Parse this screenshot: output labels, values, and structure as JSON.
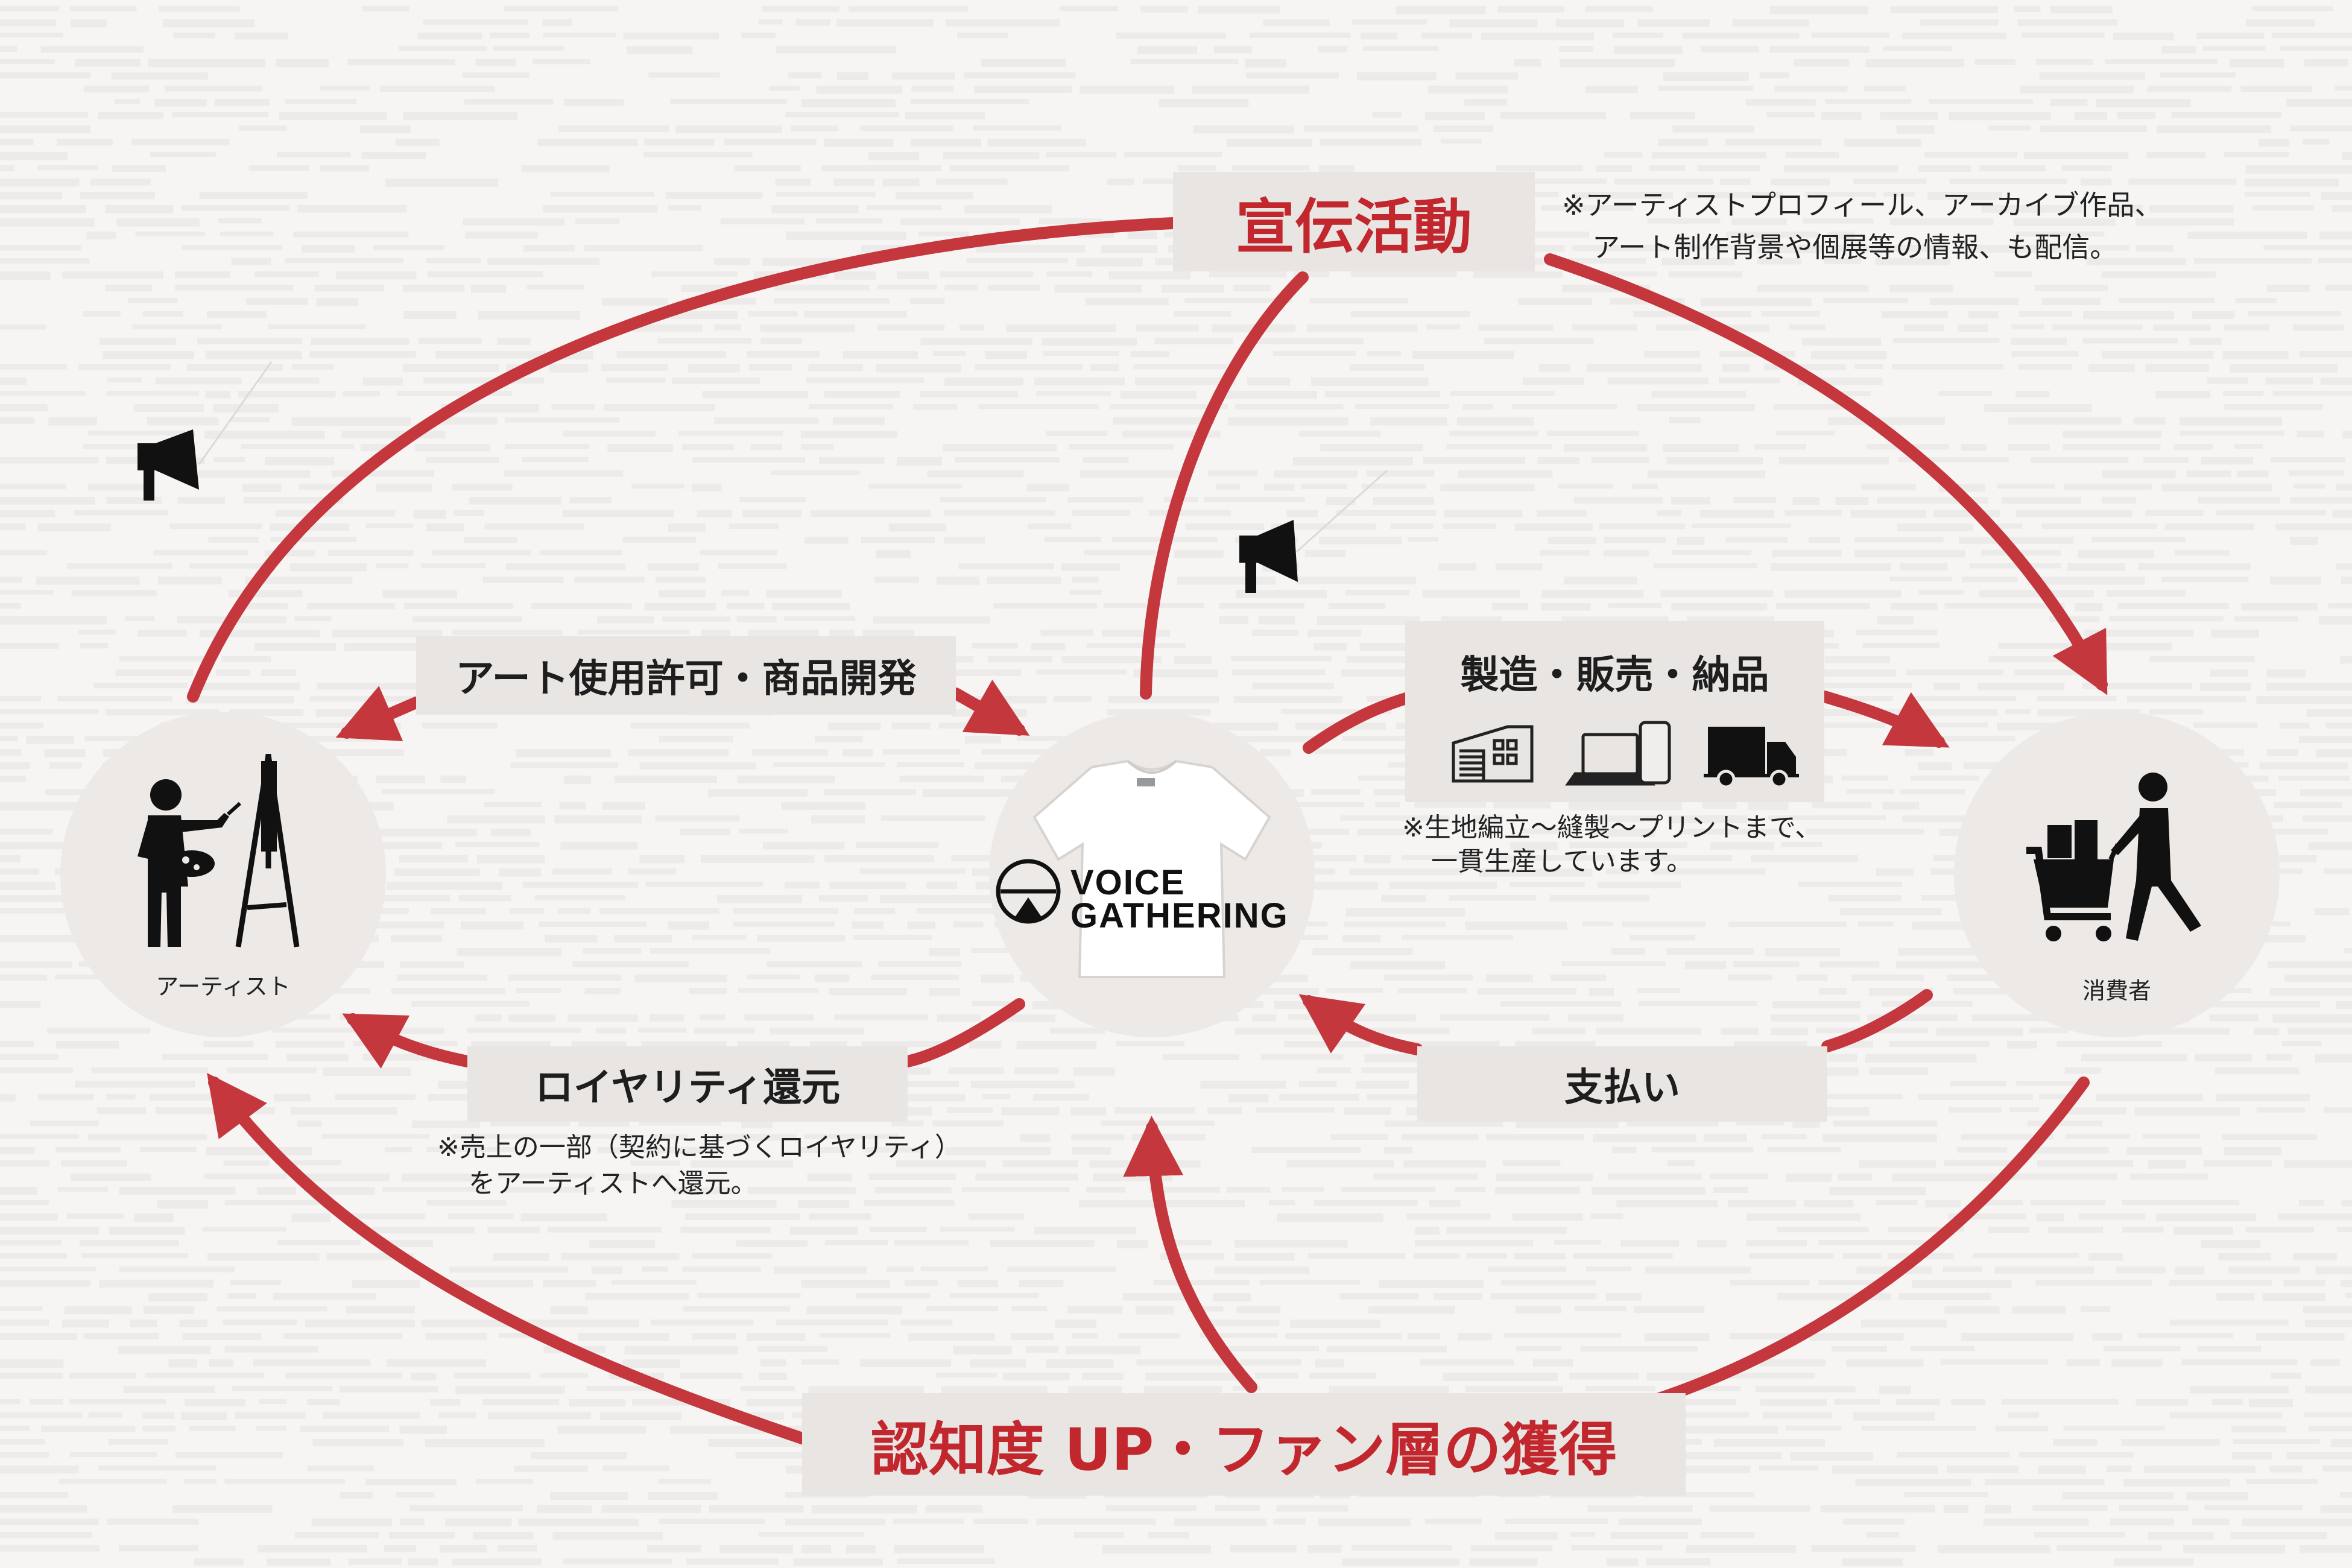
{
  "colors": {
    "arrow_red": "#c4373c",
    "title_red": "#c1272d",
    "label_bg": "#e8e5e3",
    "circle_bg": "#ece9e7",
    "page_bg": "#f6f5f4"
  },
  "header": {
    "title": "宣伝活動",
    "note_line1": "※アーティストプロフィール、アーカイブ作品、",
    "note_line2": "アート制作背景や個展等の情報、も配信。"
  },
  "artist": {
    "label": "アーティスト",
    "icon": "artist-painting-icon"
  },
  "brand": {
    "logo_line1": "VOICE",
    "logo_line2": "GATHERING",
    "icon": "tshirt-icon"
  },
  "consumer": {
    "label": "消費者",
    "icon": "shopping-cart-person-icon"
  },
  "flows": {
    "license": "アート使用許可・商品開発",
    "manufacture": "製造・販売・納品",
    "manufacture_icons": [
      "factory-icon",
      "laptop-phone-icon",
      "truck-icon"
    ],
    "manufacture_note_line1": "※生地編立〜縫製〜プリントまで、",
    "manufacture_note_line2": "一貫生産しています。",
    "royalty": "ロイヤリティ還元",
    "royalty_note_line1": "※売上の一部（契約に基づくロイヤリティ）",
    "royalty_note_line2": "をアーティストへ還元。",
    "payment": "支払い"
  },
  "footer": {
    "title": "認知度 UP・ファン層の獲得"
  },
  "decor": {
    "megaphone_icons": [
      "megaphone-icon",
      "megaphone-icon"
    ]
  }
}
